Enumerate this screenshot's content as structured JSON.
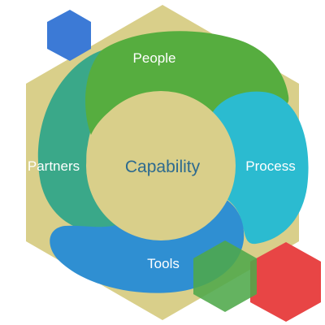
{
  "diagram": {
    "center": {
      "label": "Capability"
    },
    "segments": [
      {
        "id": "people",
        "label": "People",
        "color": "#56ad3f"
      },
      {
        "id": "process",
        "label": "Process",
        "color": "#2bbbd0"
      },
      {
        "id": "tools",
        "label": "Tools",
        "color": "#2f8fd2"
      },
      {
        "id": "partners",
        "label": "Partners",
        "color": "#3aa889"
      }
    ],
    "colors": {
      "hexagon_background": "#d9cf8a",
      "center_circle": "#d9cf8a",
      "center_text": "#2d6a8f",
      "segment_text": "#ffffff",
      "accent_blue": "#3c7ad6",
      "accent_green": "#4ea84a",
      "accent_red": "#e84545"
    }
  }
}
